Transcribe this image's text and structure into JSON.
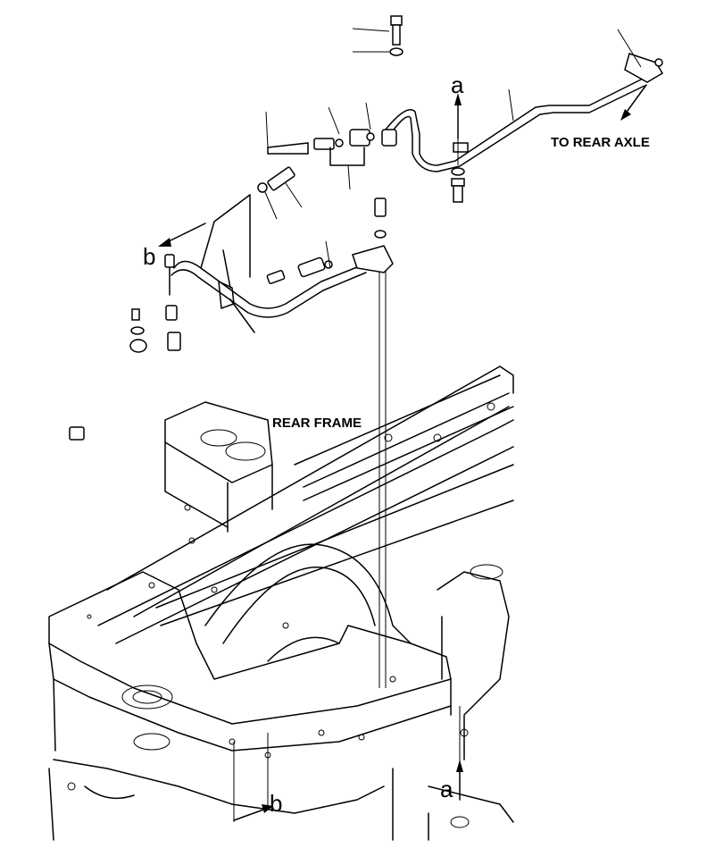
{
  "labels": {
    "to_rear_axle": "TO REAR AXLE",
    "rear_frame": "REAR FRAME",
    "view_a_top": "a",
    "view_a_bottom": "a",
    "view_b_left": "b",
    "view_b_bottom": "b"
  },
  "colors": {
    "line": "#000000",
    "background": "#ffffff"
  }
}
